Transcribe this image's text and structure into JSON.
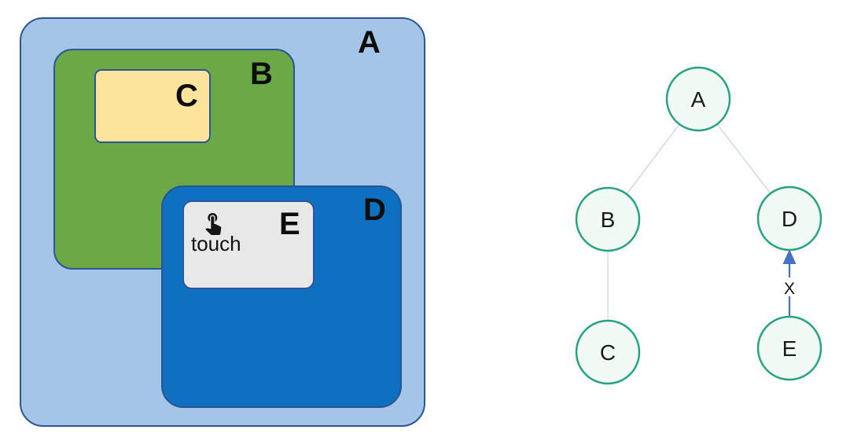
{
  "nested_boxes": {
    "boxes": [
      {
        "id": "A",
        "label": "A",
        "fill": "#a4c5e8",
        "border": "#2e5597"
      },
      {
        "id": "B",
        "label": "B",
        "fill": "#6aa945",
        "border": "#2e5597"
      },
      {
        "id": "C",
        "label": "C",
        "fill": "#fce49c",
        "border": "#2e5597"
      },
      {
        "id": "D",
        "label": "D",
        "fill": "#0e70c1",
        "border": "#2a5391"
      },
      {
        "id": "E",
        "label": "E",
        "fill": "#e8e8e8",
        "border": "#2e5597"
      }
    ],
    "touch": {
      "icon": "touch-app-icon",
      "caption": "touch"
    }
  },
  "tree": {
    "nodes": [
      {
        "id": "A",
        "label": "A"
      },
      {
        "id": "B",
        "label": "B"
      },
      {
        "id": "C",
        "label": "C"
      },
      {
        "id": "D",
        "label": "D"
      },
      {
        "id": "E",
        "label": "E"
      }
    ],
    "edges": [
      {
        "from": "A",
        "to": "B",
        "style": "plain",
        "label": ""
      },
      {
        "from": "A",
        "to": "D",
        "style": "plain",
        "label": ""
      },
      {
        "from": "B",
        "to": "C",
        "style": "plain",
        "label": ""
      },
      {
        "from": "E",
        "to": "D",
        "style": "arrow",
        "label": "X"
      }
    ],
    "colors": {
      "node_fill": "#f1faf4",
      "node_stroke": "#27a382",
      "edge_plain": "#c5d1f0",
      "edge_arrow": "#4472c4"
    }
  }
}
